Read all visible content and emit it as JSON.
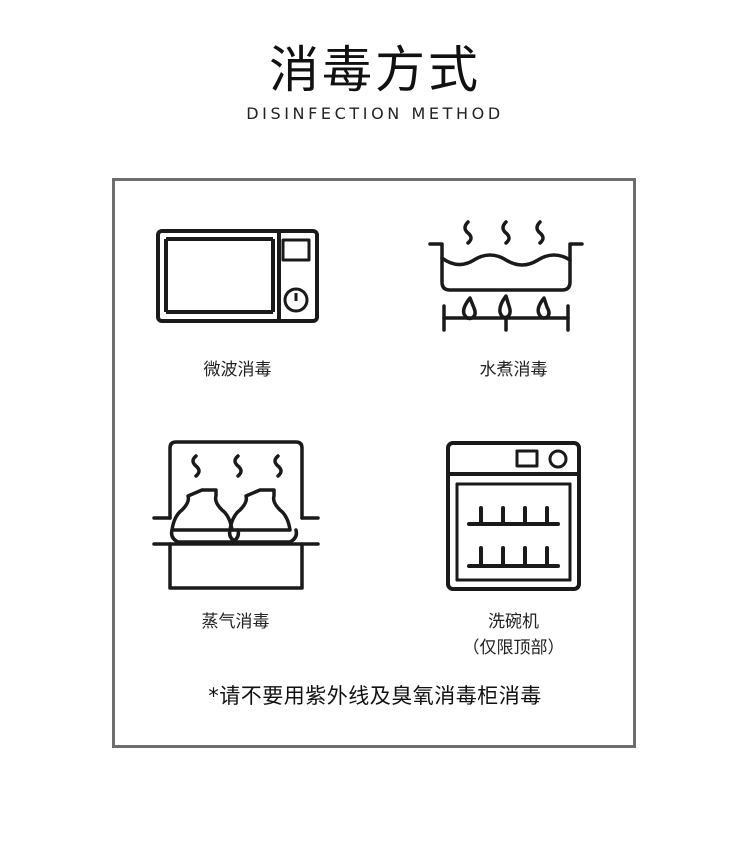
{
  "header": {
    "title": "消毒方式",
    "subtitle": "DISINFECTION METHOD"
  },
  "methods": [
    {
      "label": "微波消毒",
      "icon": "microwave-icon"
    },
    {
      "label": "水煮消毒",
      "icon": "boiling-pot-icon"
    },
    {
      "label": "蒸气消毒",
      "icon": "steam-sterilizer-icon"
    },
    {
      "label": "洗碗机",
      "sublabel": "（仅限顶部）",
      "icon": "dishwasher-icon"
    }
  ],
  "note": "*请不要用紫外线及臭氧消毒柜消毒",
  "colors": {
    "border": "#6d6d6d",
    "icon_stroke": "#1a1a1a"
  }
}
